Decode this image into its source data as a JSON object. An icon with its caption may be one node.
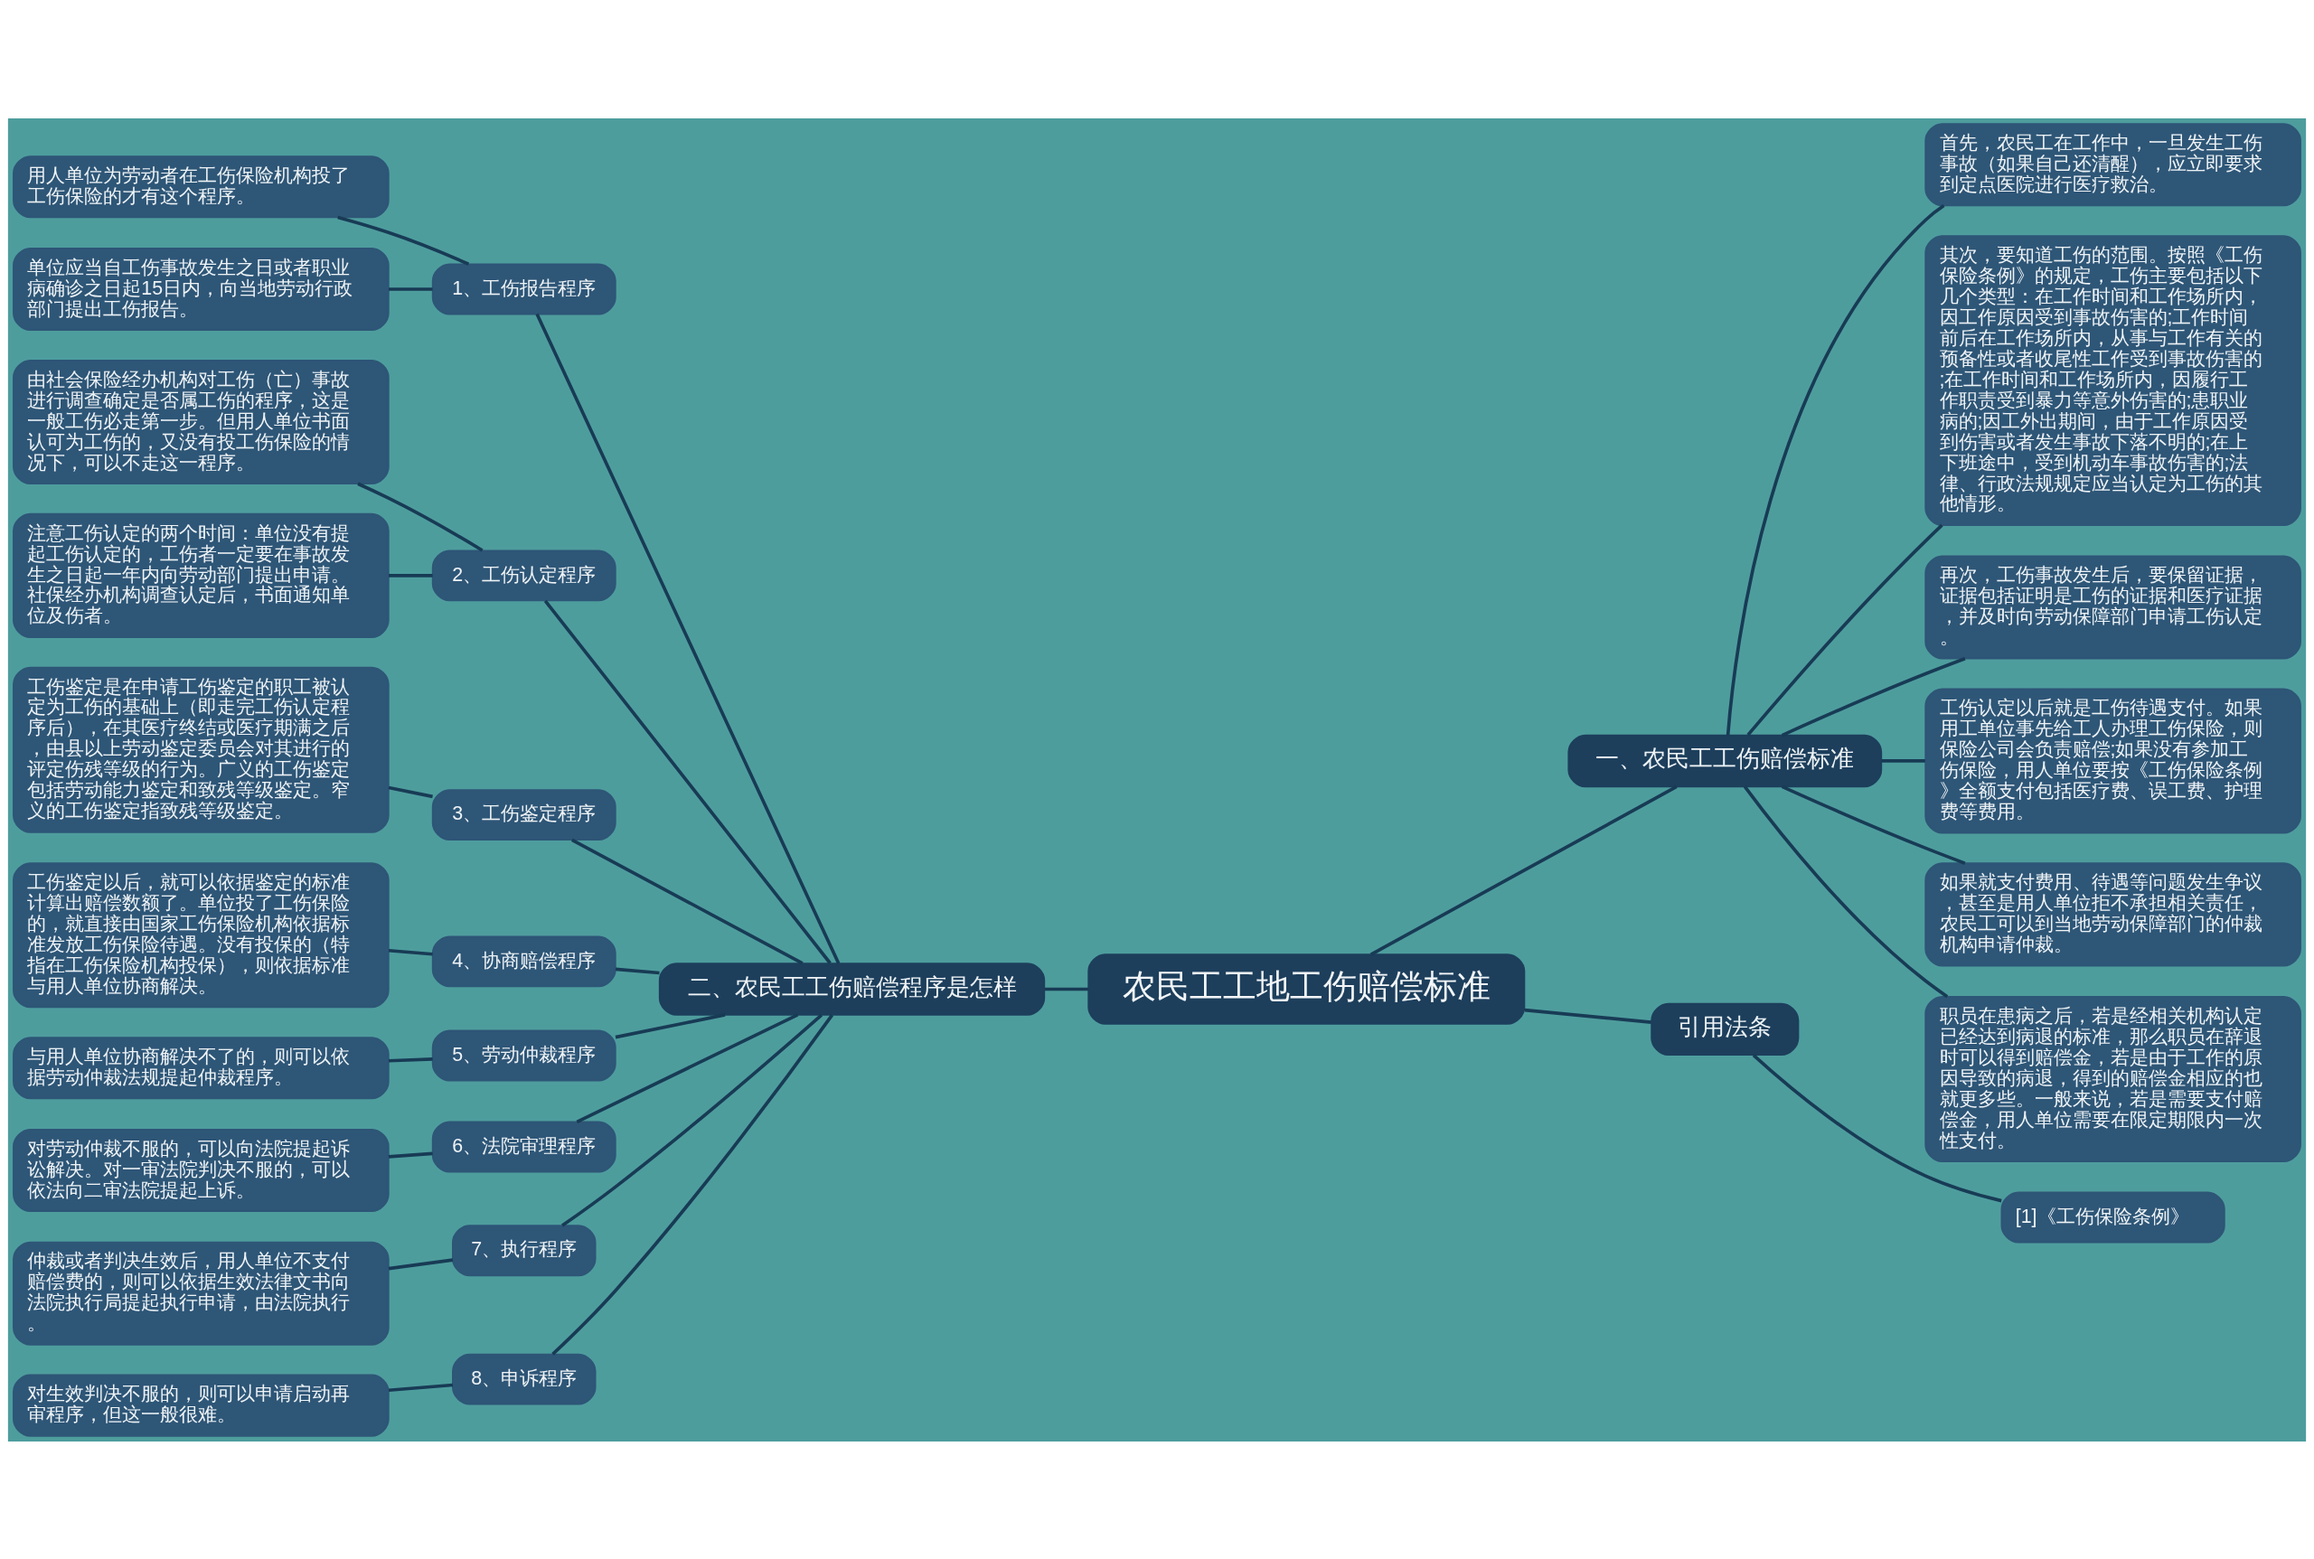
{
  "diagram": {
    "nodes": [
      {
        "text": [
          "农民工工地工伤赔偿标准"
        ]
      },
      {
        "text": [
          "一、农民工工伤赔偿标准"
        ]
      },
      {
        "text": [
          "首先，农民工在工作中，一旦发生工伤事故（如果自己还清醒），应立即要求到定点医院进行医疗救治。"
        ]
      },
      {
        "text": [
          "其次，要知道工伤的范围。按照《工伤保险条例》的规定，工伤主要包括以下几个类型：在工作时间和工作场所内，因工作原因受到事故伤害的;工作时间前后在工作场所内，从事与工作有关的预备性或者收尾性工作受到事故伤害的;在工作时间和工作场所内，因履行工作职责受到暴力等意外伤害的;患职业病的;因工外出期间，由于工作原因受到伤害或者发生事故下落不明的;在上下班途中，受到机动车事故伤害的;法律、行政法规规定应当认定为工伤的其他情形。"
        ]
      },
      {
        "text": [
          "再次，工伤事故发生后，要保留证据，证据包括证明是工伤的证据和医疗证据，并及时向劳动保障部门申请工伤认定。"
        ]
      },
      {
        "text": [
          "工伤认定以后就是工伤待遇支付。如果用工单位事先给工人办理工伤保险，则保险公司会负责赔偿;如果没有参加工伤保险，用人单位要按《工伤保险条例》全额支付包括医疗费、误工费、护理费等费用。"
        ]
      },
      {
        "text": [
          "如果就支付费用、待遇等问题发生争议，甚至是用人单位拒不承担相关责任，农民工可以到当地劳动保障部门的仲裁机构申请仲裁。"
        ]
      },
      {
        "text": [
          "职员在患病之后，若是经相关机构认定已经达到病退的标准，那么职员在辞退时可以得到赔偿金，若是由于工作的原因导致的病退，得到的赔偿金相应的也就更多些。一般来说，若是需要支付赔偿金，用人单位需要在限定期限内一次性支付。"
        ]
      },
      {
        "text": [
          "引用法条"
        ]
      },
      {
        "text": [
          "[1]《工伤保险条例》"
        ]
      },
      {
        "text": [
          "二、农民工工伤赔偿程序是怎样"
        ]
      },
      {
        "text": [
          "1、工伤报告程序"
        ]
      },
      {
        "text": [
          "用人单位为劳动者在工伤保险机构投了工伤保险的才有这个程序。"
        ]
      },
      {
        "text": [
          "单位应当自工伤事故发生之日或者职业病确诊之日起15日内，向当地劳动行政部门提出工伤报告。"
        ]
      },
      {
        "text": [
          "2、工伤认定程序"
        ]
      },
      {
        "text": [
          "由社会保险经办机构对工伤（亡）事故进行调查确定是否属工伤的程序，这是一般工伤必走第一步。但用人单位书面认可为工伤的，又没有投工伤保险的情况下，可以不走这一程序。"
        ]
      },
      {
        "text": [
          "注意工伤认定的两个时间：单位没有提起工伤认定的，工伤者一定要在事故发生之日起一年内向劳动部门提出申请。社保经办机构调查认定后，书面通知单位及伤者。"
        ]
      },
      {
        "text": [
          "3、工伤鉴定程序"
        ]
      },
      {
        "text": [
          "工伤鉴定是在申请工伤鉴定的职工被认定为工伤的基础上（即走完工伤认定程序后），在其医疗终结或医疗期满之后，由县以上劳动鉴定委员会对其进行的评定伤残等级的行为。广义的工伤鉴定包括劳动能力鉴定和致残等级鉴定。窄义的工伤鉴定指致残等级鉴定。"
        ]
      },
      {
        "text": [
          "4、协商赔偿程序"
        ]
      },
      {
        "text": [
          "工伤鉴定以后，就可以依据鉴定的标准计算出赔偿数额了。单位投了工伤保险的，就直接由国家工伤保险机构依据标准发放工伤保险待遇。没有投保的（特指在工伤保险机构投保），则依据标准与用人单位协商解决。"
        ]
      },
      {
        "text": [
          "5、劳动仲裁程序"
        ]
      },
      {
        "text": [
          "与用人单位协商解决不了的，则可以依据劳动仲裁法规提起仲裁程序。"
        ]
      },
      {
        "text": [
          "6、法院审理程序"
        ]
      },
      {
        "text": [
          "对劳动仲裁不服的，可以向法院提起诉讼解决。对一审法院判决不服的，可以依法向二审法院提起上诉。"
        ]
      },
      {
        "text": [
          "7、执行程序"
        ]
      },
      {
        "text": [
          "仲裁或者判决生效后，用人单位不支付赔偿费的，则可以依据生效法律文书向法院执行局提起执行申请，由法院执行。"
        ]
      },
      {
        "text": [
          "8、申诉程序"
        ]
      },
      {
        "text": [
          "对生效判决不服的，则可以申请启动再审程序，但这一般很难。"
        ]
      }
    ],
    "edges": [
      {
        "from": 0,
        "to": 1,
        "arrow": "none"
      },
      {
        "from": 1,
        "to": 2,
        "arrow": "none"
      },
      {
        "from": 1,
        "to": 3,
        "arrow": "none"
      },
      {
        "from": 1,
        "to": 4,
        "arrow": "none"
      },
      {
        "from": 1,
        "to": 5,
        "arrow": "none"
      },
      {
        "from": 1,
        "to": 6,
        "arrow": "none"
      },
      {
        "from": 1,
        "to": 7,
        "arrow": "none"
      },
      {
        "from": 0,
        "to": 8,
        "arrow": "none"
      },
      {
        "from": 8,
        "to": 9,
        "arrow": "none"
      },
      {
        "from": 10,
        "to": 0,
        "arrow": "none"
      },
      {
        "from": 11,
        "to": 10,
        "arrow": "none"
      },
      {
        "from": 12,
        "to": 11,
        "arrow": "none"
      },
      {
        "from": 13,
        "to": 11,
        "arrow": "none"
      },
      {
        "from": 14,
        "to": 10,
        "arrow": "none"
      },
      {
        "from": 15,
        "to": 14,
        "arrow": "none"
      },
      {
        "from": 16,
        "to": 14,
        "arrow": "none"
      },
      {
        "from": 17,
        "to": 10,
        "arrow": "none"
      },
      {
        "from": 18,
        "to": 17,
        "arrow": "none"
      },
      {
        "from": 19,
        "to": 10,
        "arrow": "none"
      },
      {
        "from": 20,
        "to": 19,
        "arrow": "none"
      },
      {
        "from": 21,
        "to": 10,
        "arrow": "none"
      },
      {
        "from": 22,
        "to": 21,
        "arrow": "none"
      },
      {
        "from": 23,
        "to": 10,
        "arrow": "none"
      },
      {
        "from": 24,
        "to": 23,
        "arrow": "none"
      },
      {
        "from": 25,
        "to": 10,
        "arrow": "none"
      },
      {
        "from": 26,
        "to": 25,
        "arrow": "none"
      },
      {
        "from": 27,
        "to": 10,
        "arrow": "none"
      },
      {
        "from": 28,
        "to": 27,
        "arrow": "none"
      }
    ]
  }
}
